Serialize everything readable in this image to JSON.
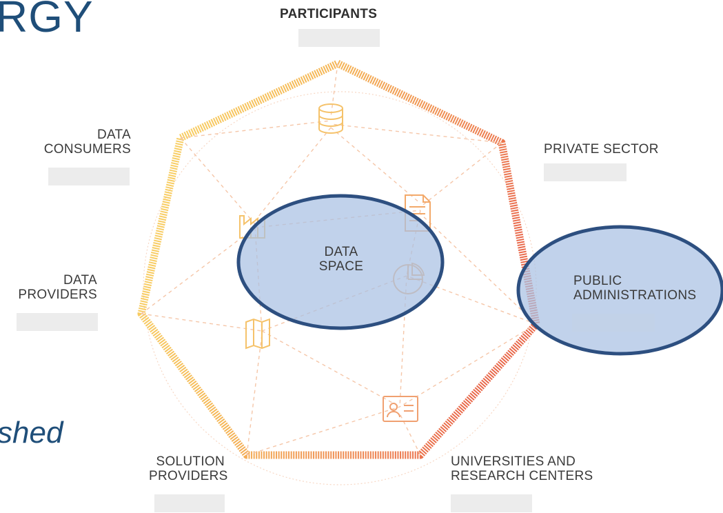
{
  "title_fragment": "RGY",
  "italic_fragment": "shed",
  "participants_label": "PARTICIPANTS",
  "center": {
    "line1": "DATA",
    "line2": "SPACE"
  },
  "nodes": {
    "data_consumers": {
      "line1": "DATA",
      "line2": "CONSUMERS"
    },
    "private_sector": {
      "line1": "PRIVATE SECTOR"
    },
    "data_providers": {
      "line1": "DATA",
      "line2": "PROVIDERS"
    },
    "public_administrations": {
      "line1": "PUBLIC",
      "line2": "ADMINISTRATIONS"
    },
    "solution_providers": {
      "line1": "SOLUTION",
      "line2": "PROVIDERS"
    },
    "universities": {
      "line1": "UNIVERSITIES AND",
      "line2": "RESEARCH CENTERS"
    }
  },
  "colors": {
    "title_blue": "#1f4e79",
    "highlight_fill": "#a9c1e3",
    "highlight_stroke": "#2d4f80",
    "ring_yellow": "#f7c94a",
    "ring_orange": "#ef9550",
    "ring_red": "#ea6a4a",
    "dash_line": "#f5c6a8"
  },
  "icons": [
    "database-icon",
    "document-icon",
    "pie-chart-icon",
    "factory-icon",
    "map-icon",
    "id-card-icon"
  ]
}
